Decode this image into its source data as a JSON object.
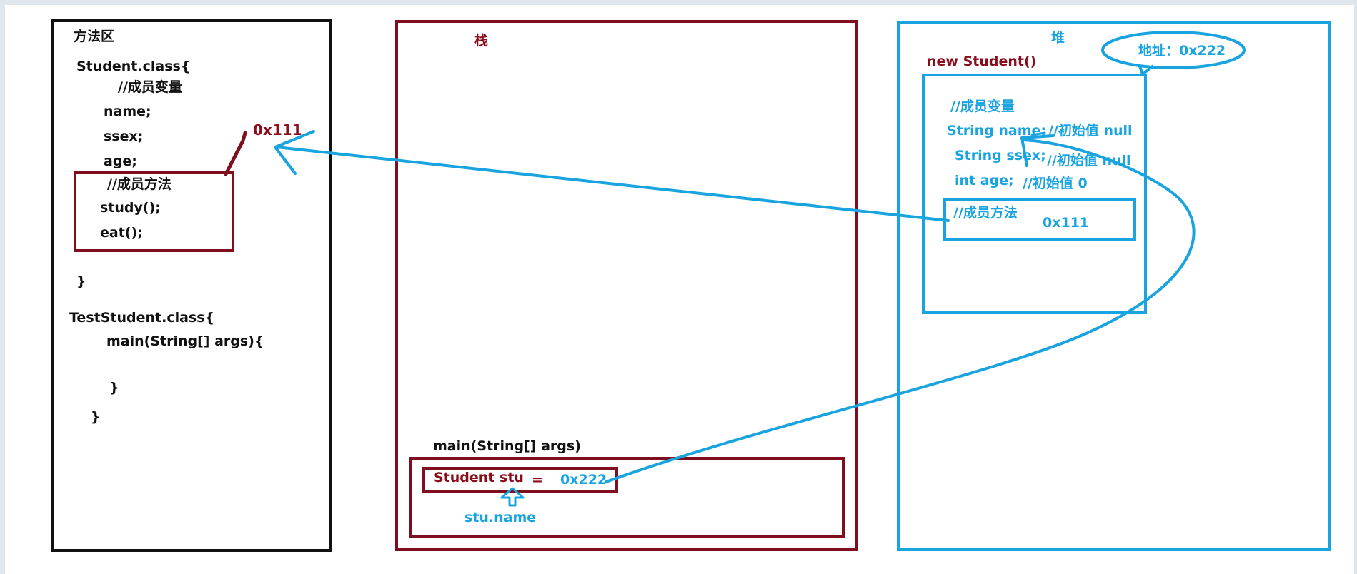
{
  "method_area": {
    "title": "方法区",
    "student_class_open": "Student.class{",
    "member_vars_comment": "//成员变量",
    "field_name": "name;",
    "field_ssex": "ssex;",
    "field_age": "age;",
    "member_methods_comment": "//成员方法",
    "method_study": "study();",
    "method_eat": "eat();",
    "student_class_close": "}",
    "method_address": "0x111",
    "test_class_open": "TestStudent.class{",
    "main_signature": "main(String[] args){",
    "main_close": "}",
    "test_class_close": "}"
  },
  "stack": {
    "title": "栈",
    "frame_label": "main(String[] args)",
    "var_decl": "Student stu",
    "equals": "=",
    "var_value": "0x222",
    "access_label": "stu.name"
  },
  "heap": {
    "title": "堆",
    "address_bubble": "地址：0x222",
    "object_label": "new Student()",
    "member_vars_comment": "//成员变量",
    "name_decl": "String name;",
    "name_init": "//初始值 null",
    "ssex_decl": "String ssex;",
    "ssex_init": "//初始值 null",
    "age_decl": "int age;",
    "age_init": "//初始值 0",
    "member_methods_comment": "//成员方法",
    "method_ref": "0x111"
  },
  "colors": {
    "method_area_border": "#111111",
    "stack_color": "#7f0f1f",
    "heap_color": "#19a4e0"
  }
}
